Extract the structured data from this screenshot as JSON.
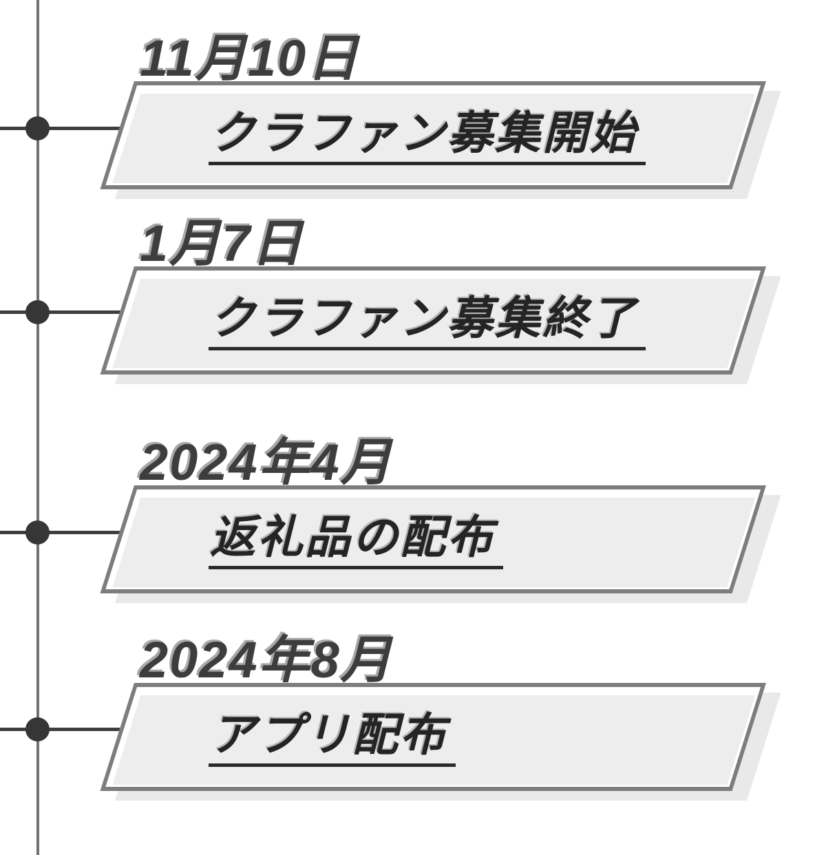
{
  "diagram": {
    "type": "vertical-timeline",
    "colors": {
      "background": "#ffffff",
      "axis_line": "#707070",
      "connector_line": "#3e3e3e",
      "dot": "#363636",
      "box_border": "#7d7d7d",
      "box_fill": "#ededed",
      "box_background": "#ffffff",
      "box_shadow": "#e9e9e9",
      "date_text": "#3d3d3d",
      "label_text": "#242424",
      "underline": "#2b2b2b"
    },
    "milestones": [
      {
        "date": "11月10日",
        "label": "クラファン募集開始"
      },
      {
        "date": "1月7日",
        "label": "クラファン募集終了"
      },
      {
        "date": "2024年4月",
        "label": "返礼品の配布"
      },
      {
        "date": "2024年8月",
        "label": "アプリ配布"
      }
    ]
  }
}
